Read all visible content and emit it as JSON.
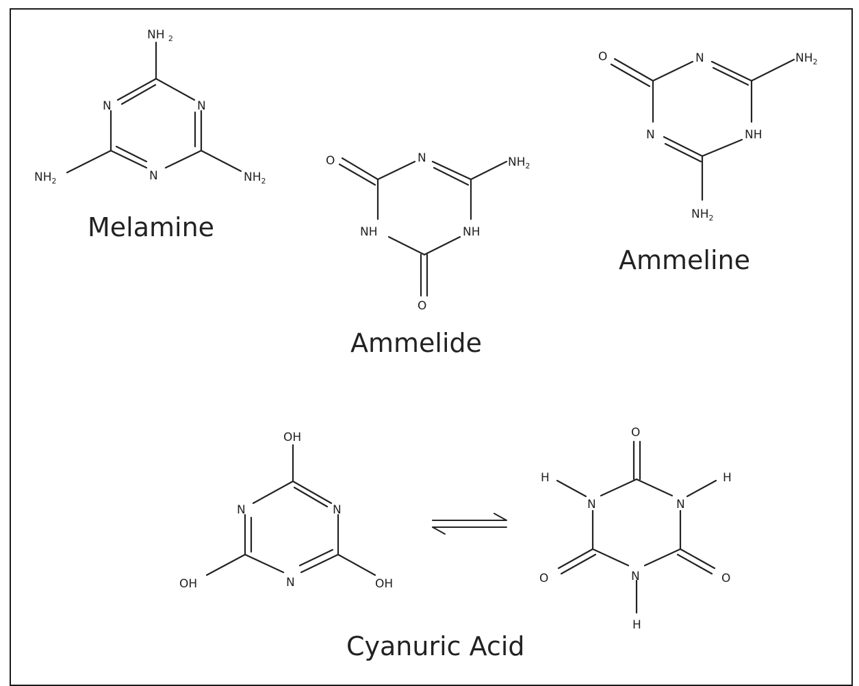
{
  "molecules": [
    {
      "id": "melamine",
      "name": "Melamine",
      "atoms": {
        "top_nh2": "NH2",
        "n_left": "N",
        "n_right": "N",
        "n_bottom": "N",
        "nh2_left": "NH2",
        "nh2_right": "NH2"
      }
    },
    {
      "id": "ammelide",
      "name": "Ammelide",
      "atoms": {
        "o_left": "O",
        "n_top": "N",
        "nh2_right": "NH2",
        "nh_left": "NH",
        "nh_right": "NH",
        "o_bottom": "O"
      }
    },
    {
      "id": "ammeline",
      "name": "Ammeline",
      "atoms": {
        "o_left": "O",
        "n_top": "N",
        "nh2_top": "NH2",
        "n_left": "N",
        "nh_right": "NH",
        "nh2_bottom": "NH2"
      }
    },
    {
      "id": "cyanuric-acid",
      "name": "Cyanuric Acid",
      "enol": {
        "oh_top": "OH",
        "n_left": "N",
        "n_right": "N",
        "n_bottom": "N",
        "oh_left": "OH",
        "oh_right": "OH"
      },
      "keto": {
        "o_top": "O",
        "h_left": "H",
        "n_left": "N",
        "n_right": "N",
        "h_right": "H",
        "o_left": "O",
        "n_bottom": "N",
        "o_right": "O",
        "h_bottom": "H"
      }
    }
  ],
  "equilibrium": {
    "symbol": "equilibrium-arrows"
  }
}
